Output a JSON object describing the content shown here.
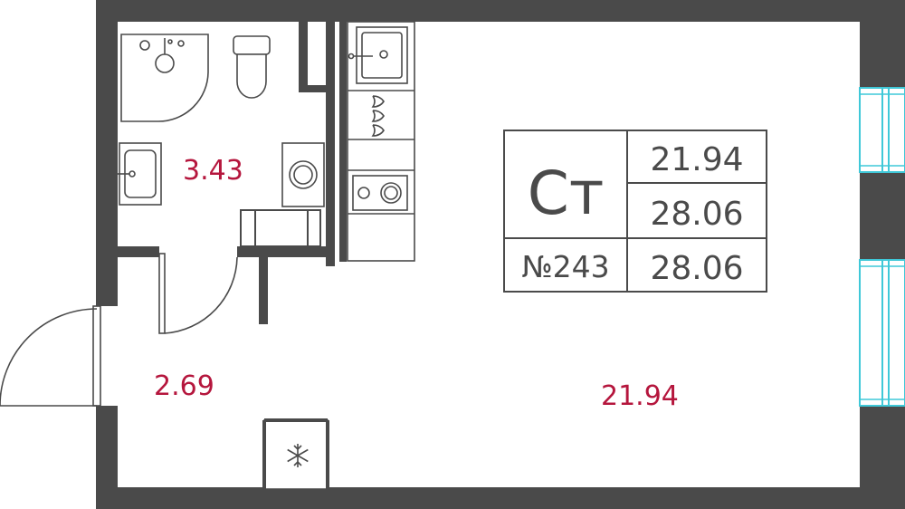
{
  "rooms": {
    "bathroom_area": "3.43",
    "hallway_area": "2.69",
    "living_area": "21.94"
  },
  "info_table": {
    "type_label": "Ст",
    "apartment_number": "№243",
    "living_area": "21.94",
    "total_area": "28.06",
    "total_area_with_balcony": "28.06"
  },
  "colors": {
    "wall": "#4a4a4a",
    "area_label": "#b5163d",
    "window": "#3fc8d8"
  },
  "icons": [
    "shower-icon",
    "toilet-icon",
    "sink-icon",
    "washing-machine-icon",
    "stove-icon",
    "kitchen-sink-icon",
    "snowflake-icon"
  ]
}
